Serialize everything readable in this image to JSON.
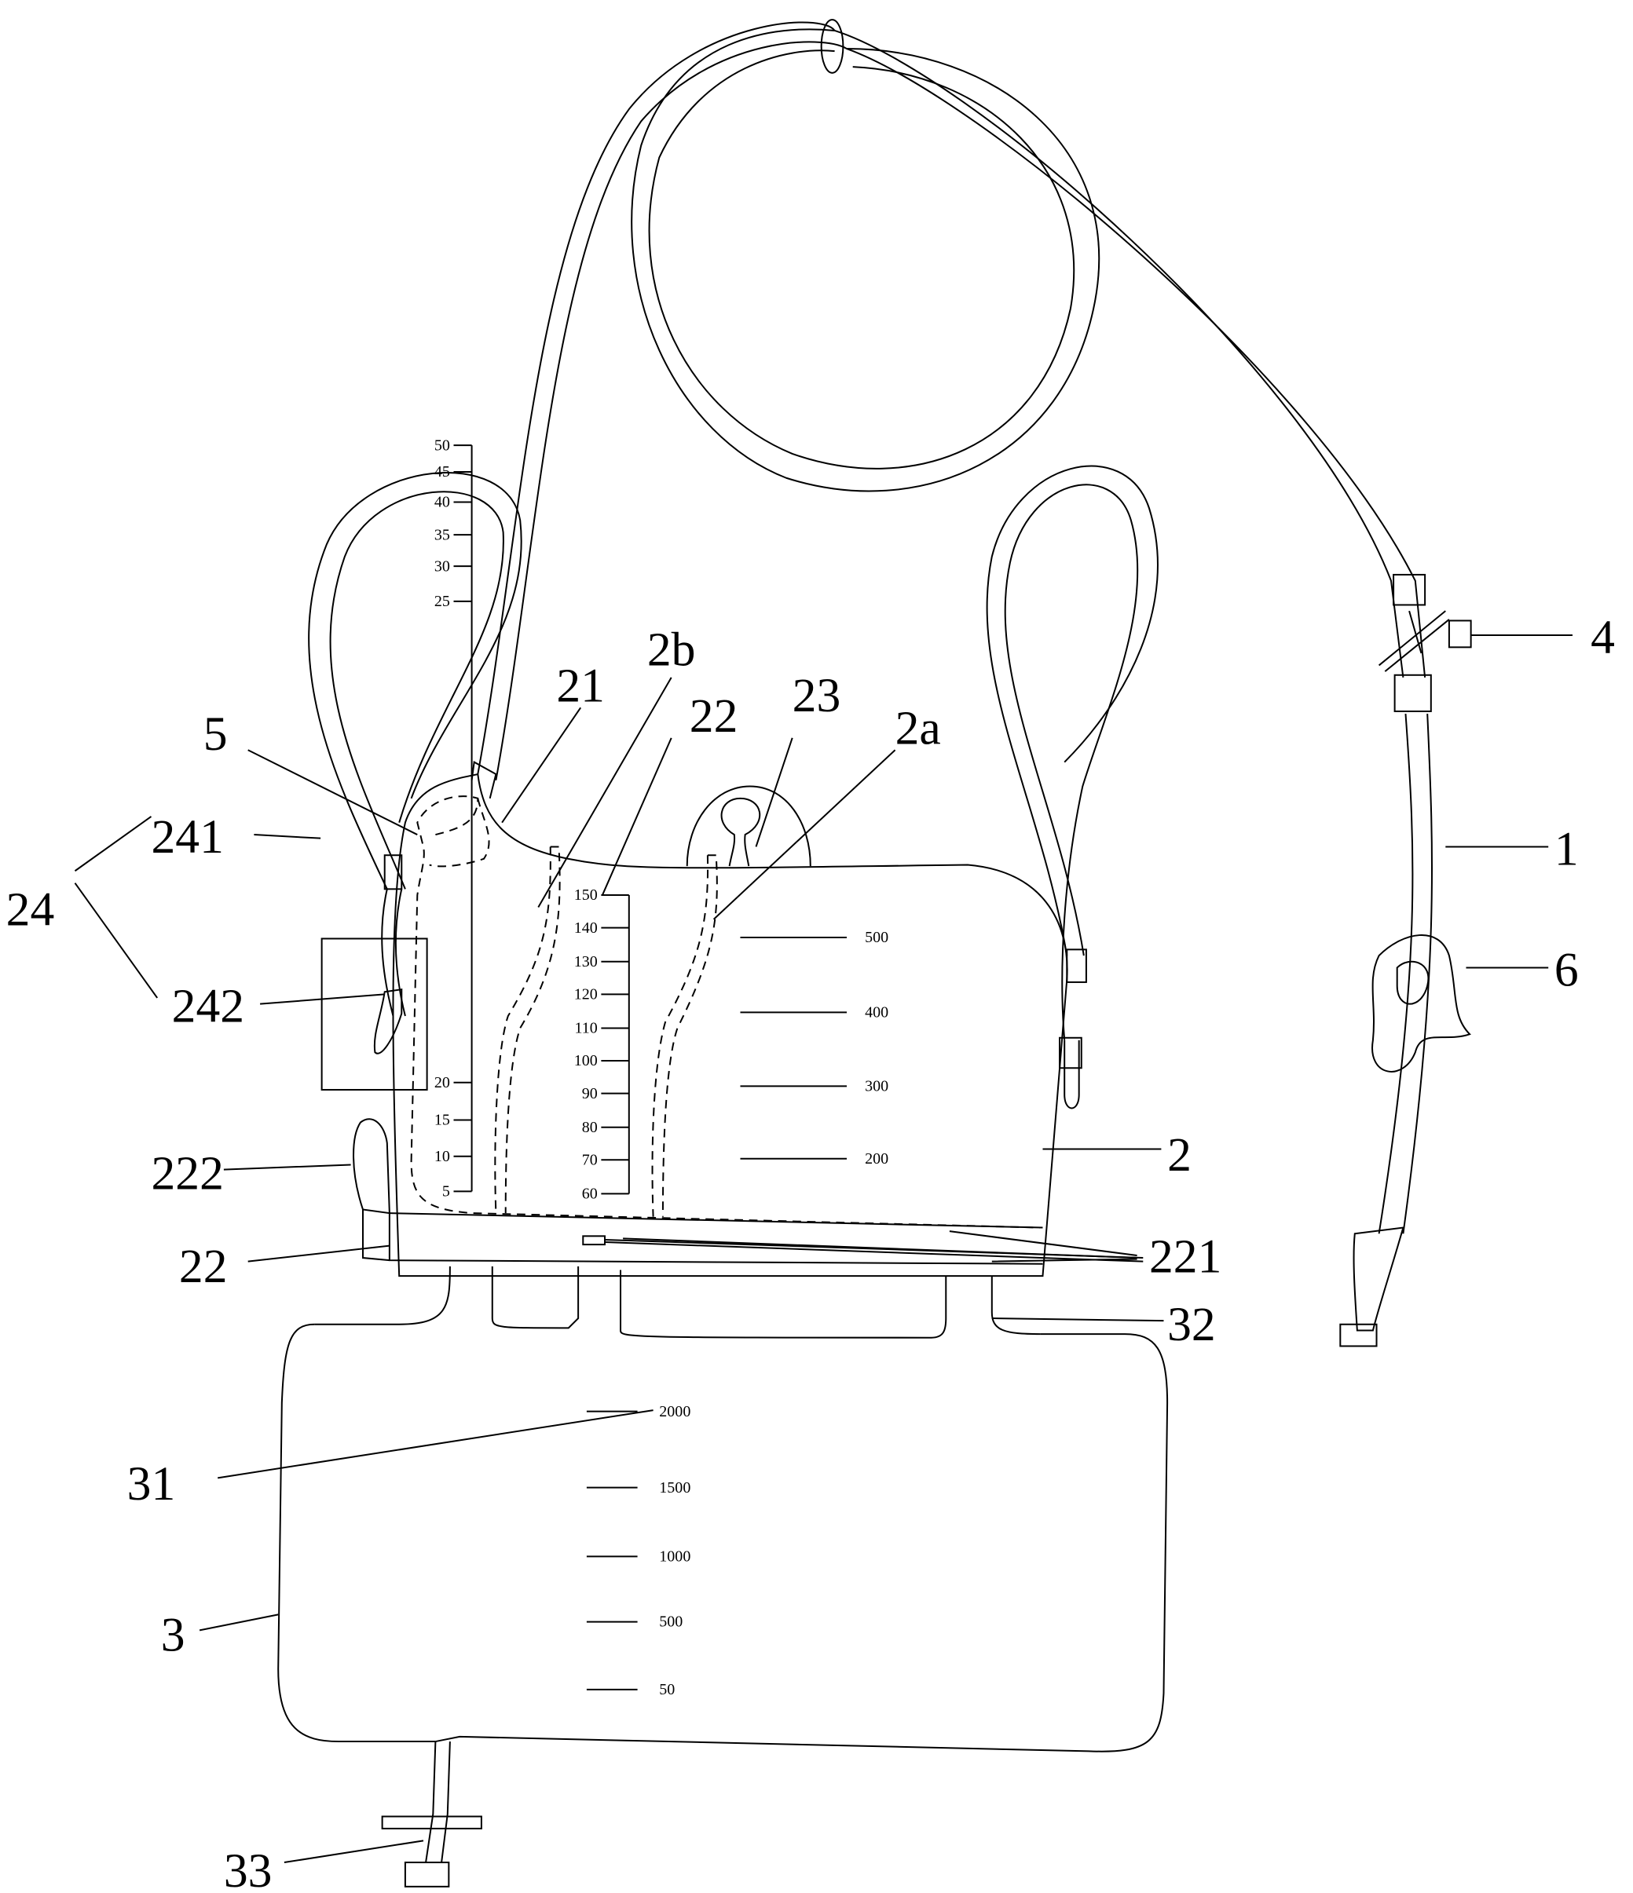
{
  "labels": {
    "l1": "1",
    "l2": "2",
    "l3": "3",
    "l4": "4",
    "l5": "5",
    "l6": "6",
    "l21": "21",
    "l22": "22",
    "l22b": "22",
    "l23": "23",
    "l24": "24",
    "l2a": "2a",
    "l2b": "2b",
    "l31": "31",
    "l32": "32",
    "l33": "33",
    "l221": "221",
    "l222": "222",
    "l241": "241",
    "l242": "242"
  },
  "scales": {
    "small_chamber": [
      "50",
      "45",
      "40",
      "35",
      "30",
      "25",
      "20",
      "15",
      "10",
      "5"
    ],
    "middle_chamber": [
      "150",
      "140",
      "130",
      "120",
      "110",
      "100",
      "90",
      "80",
      "70",
      "60"
    ],
    "main_chamber": [
      "500",
      "400",
      "300",
      "200"
    ],
    "lower_bag": [
      "2000",
      "1500",
      "1000",
      "500",
      "50"
    ]
  }
}
